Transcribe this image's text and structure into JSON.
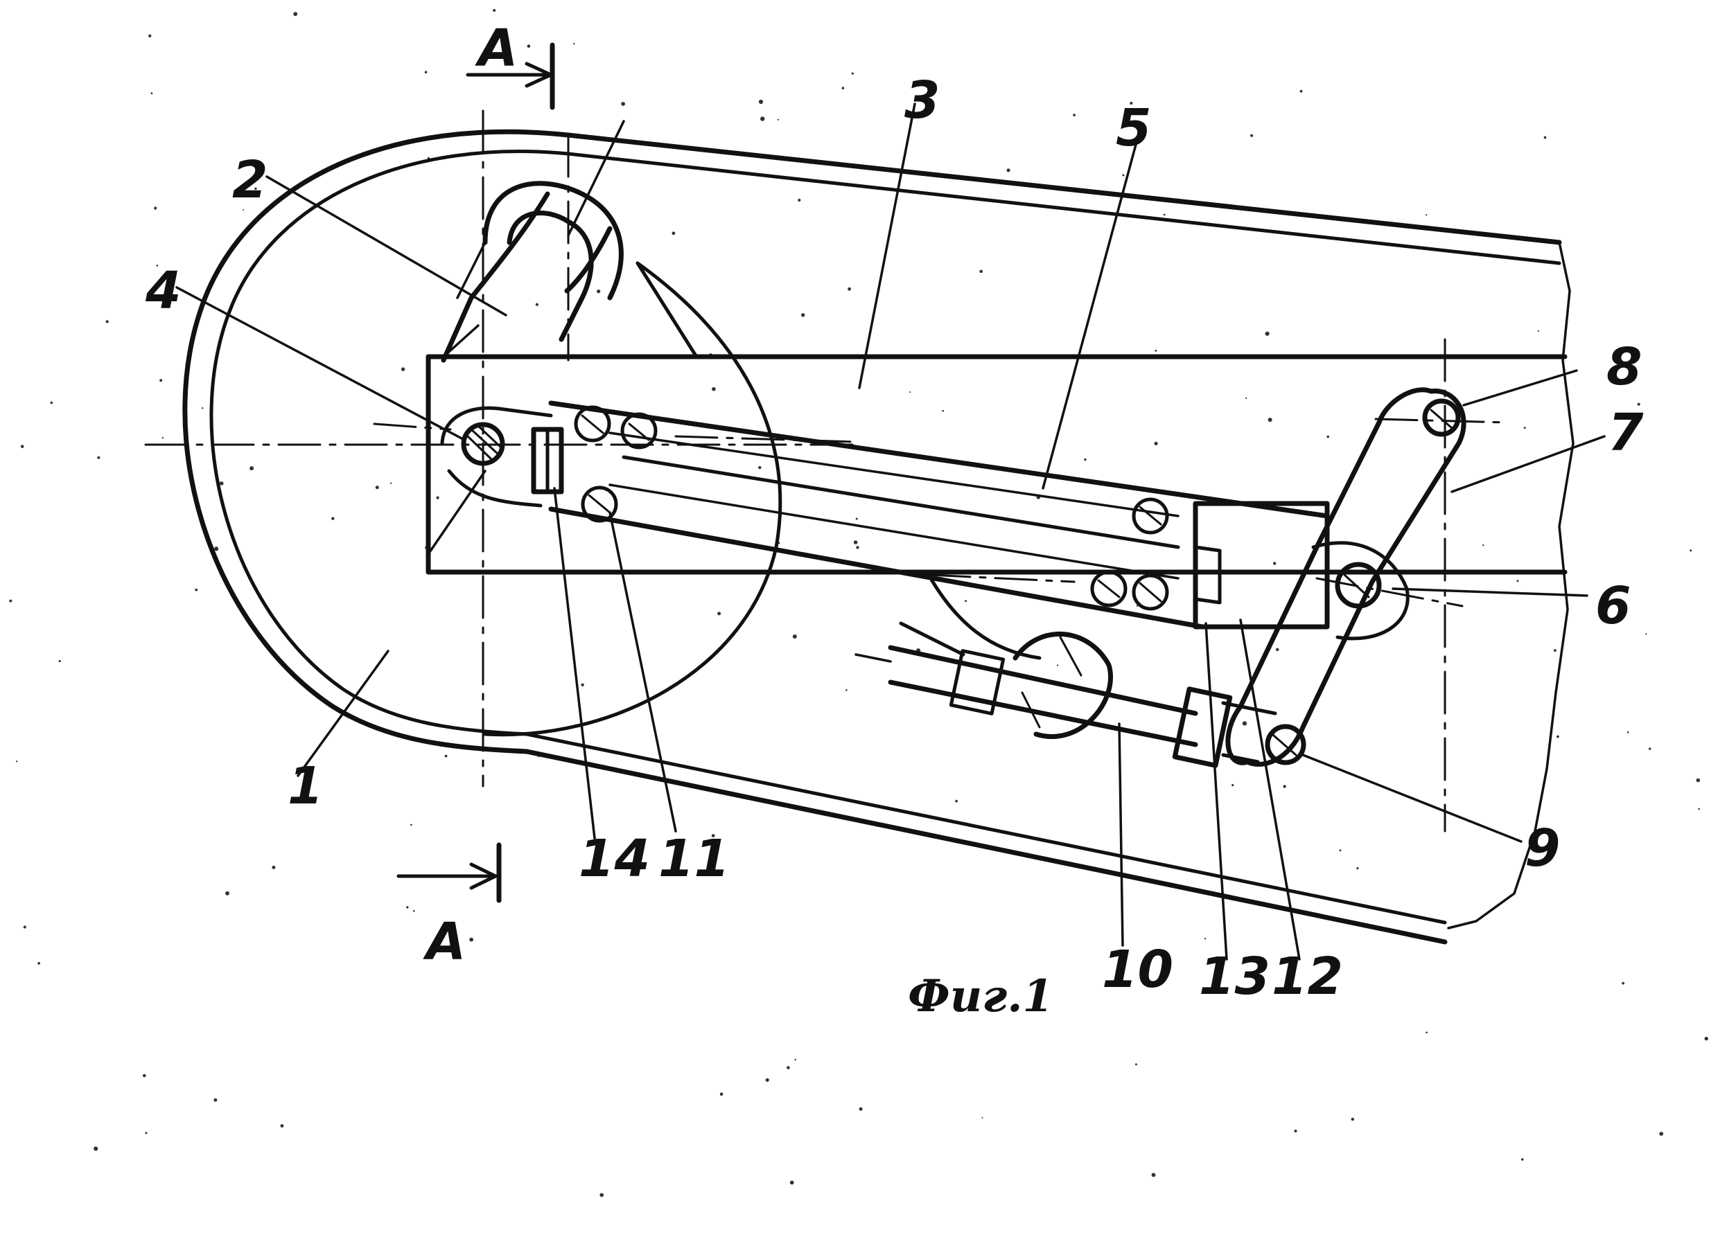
{
  "figure": {
    "caption": "Фиг.1",
    "section_label": "А",
    "section_label_bottom": "А"
  },
  "callouts": [
    {
      "id": "1",
      "text": "1"
    },
    {
      "id": "2",
      "text": "2"
    },
    {
      "id": "3",
      "text": "3"
    },
    {
      "id": "4",
      "text": "4"
    },
    {
      "id": "5",
      "text": "5"
    },
    {
      "id": "6",
      "text": "6"
    },
    {
      "id": "7",
      "text": "7"
    },
    {
      "id": "8",
      "text": "8"
    },
    {
      "id": "9",
      "text": "9"
    },
    {
      "id": "10",
      "text": "10"
    },
    {
      "id": "11",
      "text": "11"
    },
    {
      "id": "12",
      "text": "12"
    },
    {
      "id": "13",
      "text": "13"
    },
    {
      "id": "14",
      "text": "14"
    }
  ],
  "colors": {
    "ink": "#111111",
    "paper": "#ffffff"
  }
}
